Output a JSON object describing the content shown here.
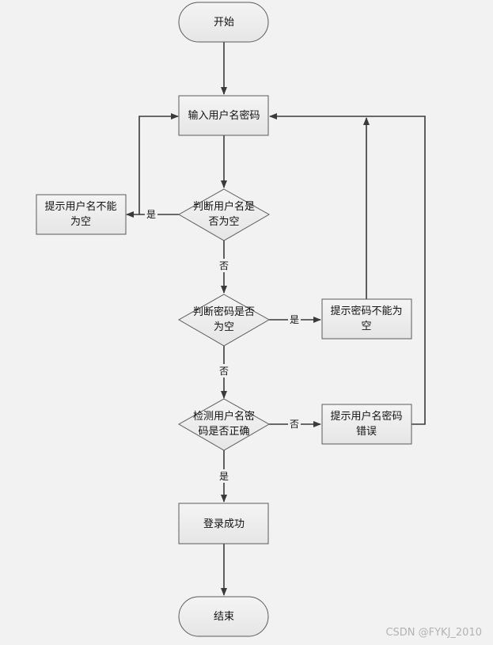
{
  "flowchart": {
    "nodes": {
      "start": "开始",
      "input_credentials": "输入用户名密码",
      "check_username_empty": [
        "判断用户名是",
        "否为空"
      ],
      "prompt_username_empty": [
        "提示用户名不能",
        "为空"
      ],
      "check_password_empty": [
        "判断密码是否",
        "为空"
      ],
      "prompt_password_empty": [
        "提示密码不能为",
        "空"
      ],
      "verify_credentials": [
        "检测用户名密",
        "码是否正确"
      ],
      "prompt_credentials_wrong": [
        "提示用户名密码",
        "错误"
      ],
      "login_success": "登录成功",
      "end": "结束"
    },
    "edge_labels": {
      "username_empty_yes": "是",
      "username_empty_no": "否",
      "password_empty_yes": "是",
      "password_empty_no": "否",
      "credentials_wrong": "否",
      "credentials_correct": "是"
    }
  },
  "watermark": "CSDN @FYKJ_2010",
  "colors": {
    "background": "#f2f2f2",
    "node_fill": "#ededed",
    "stroke": "#444444"
  }
}
